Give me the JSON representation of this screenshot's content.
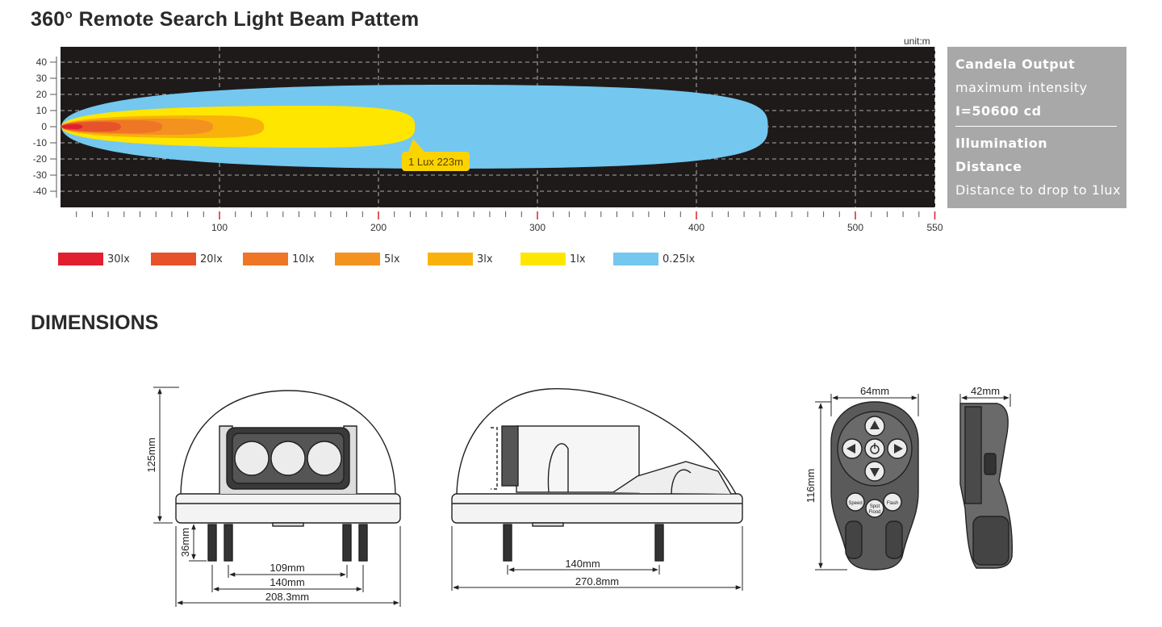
{
  "header": {
    "title": "360° Remote Search Light Beam Pattem",
    "unit": "unit:m"
  },
  "chart_data": {
    "type": "area",
    "x_ticks": [
      100,
      200,
      300,
      400,
      500,
      550
    ],
    "y_ticks": [
      40,
      30,
      20,
      10,
      0,
      -10,
      -20,
      -30,
      -40
    ],
    "xlim": [
      0,
      550
    ],
    "ylim": [
      -50,
      50
    ],
    "grid": true,
    "annotation": "1 Lux 223m",
    "series": [
      {
        "name": "0.25lx",
        "color": "#74c7ef",
        "reach": 445,
        "half_width": 26
      },
      {
        "name": "1lx",
        "color": "#ffe600",
        "reach": 223,
        "half_width": 13
      },
      {
        "name": "3lx",
        "color": "#f9b20b",
        "reach": 128,
        "half_width": 7
      },
      {
        "name": "5lx",
        "color": "#f3921f",
        "reach": 96,
        "half_width": 5
      },
      {
        "name": "10lx",
        "color": "#ee7624",
        "reach": 64,
        "half_width": 4
      },
      {
        "name": "20lx",
        "color": "#e6532a",
        "reach": 38,
        "half_width": 3
      },
      {
        "name": "30lx",
        "color": "#e11f2f",
        "reach": 14,
        "half_width": 1.5
      }
    ],
    "legend_order": [
      "30lx",
      "20lx",
      "10lx",
      "5lx",
      "3lx",
      "1lx",
      "0.25lx"
    ]
  },
  "info": {
    "candela_title": "Candela Output",
    "max_intensity": "maximum intensity",
    "candela_value": "I=50600 cd",
    "illumination_title": "Illumination",
    "distance_title": "Distance",
    "distance_desc": "Distance to drop to 1lux"
  },
  "dimensions": {
    "title": "DIMENSIONS",
    "front": {
      "height": "125mm",
      "stud": "36mm",
      "w1": "109mm",
      "w2": "140mm",
      "w3": "208.3mm"
    },
    "side": {
      "w1": "140mm",
      "w2": "270.8mm"
    },
    "remote_front": {
      "width": "64mm",
      "height": "116mm",
      "btn_speed": "Speed",
      "btn_spot": "Spot",
      "btn_flood": "Flood",
      "btn_flash": "Flash"
    },
    "remote_side": {
      "width": "42mm"
    }
  }
}
